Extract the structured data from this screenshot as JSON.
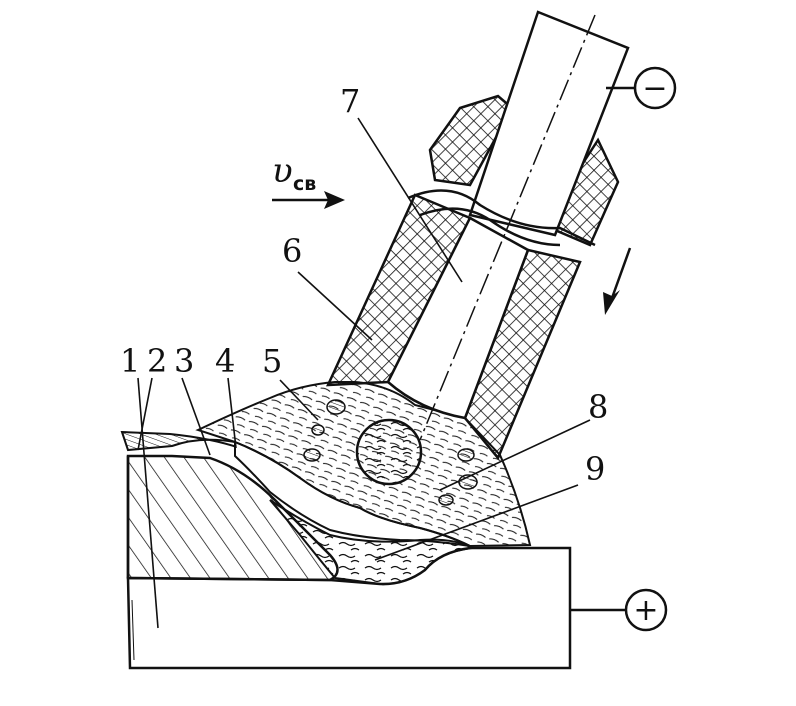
{
  "diagram": {
    "speed_symbol": "υ",
    "speed_subscript": "св",
    "polarity": {
      "electrode": "−",
      "workpiece": "+"
    },
    "labels": [
      "1",
      "2",
      "3",
      "4",
      "5",
      "6",
      "7",
      "8",
      "9"
    ]
  }
}
